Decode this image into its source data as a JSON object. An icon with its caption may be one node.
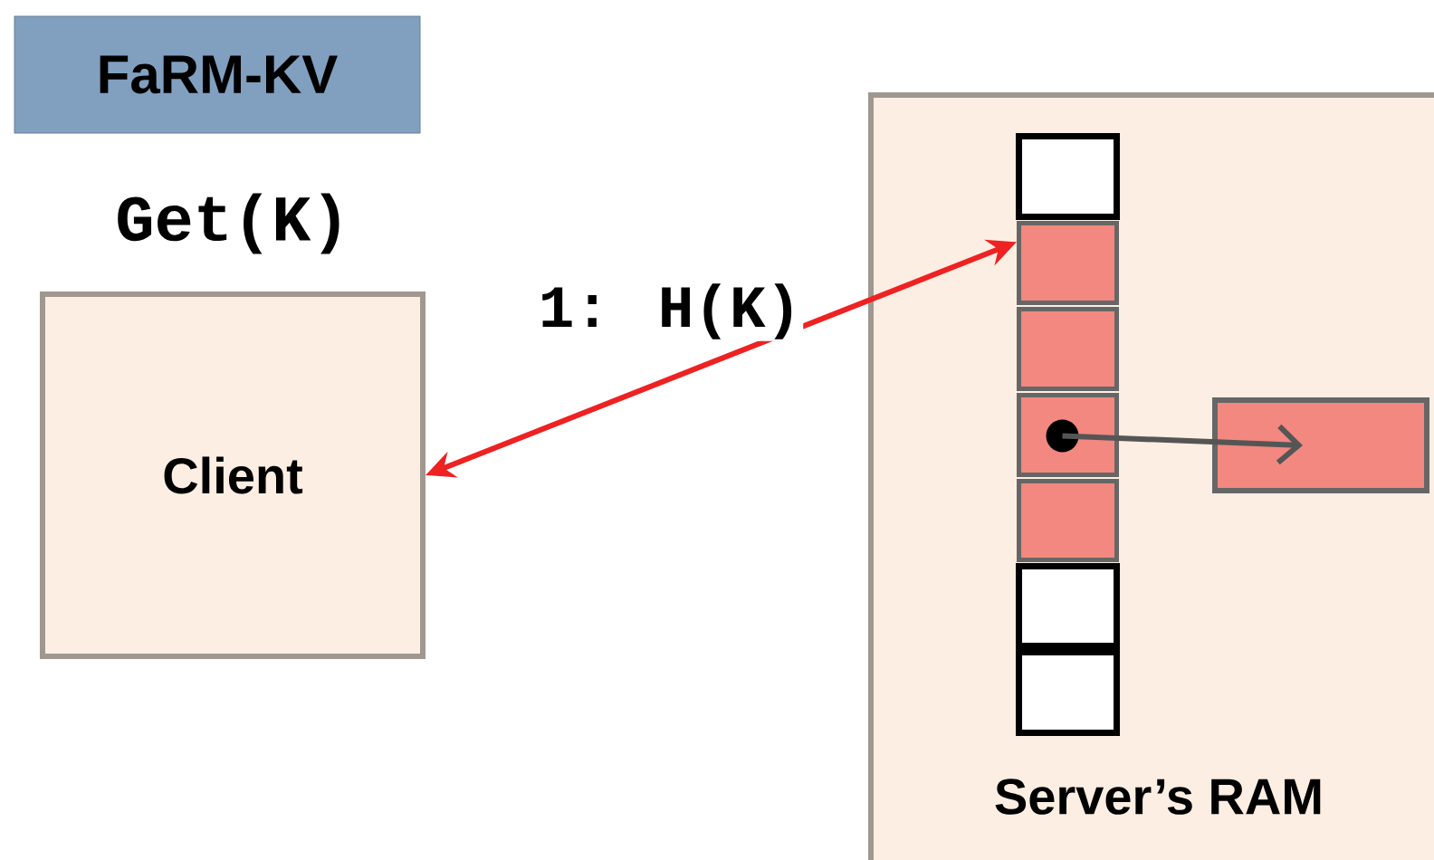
{
  "diagram": {
    "nodes": [
      {
        "text": [
          "FaRM-KV"
        ]
      },
      {
        "text": [
          "Get(K)",
          "Client"
        ]
      },
      {
        "text": [
          "Server’s RAM"
        ]
      },
      {
        "text": [],
        "shape": "box",
        "in": 2
      },
      {
        "text": [],
        "shape": "box",
        "in": 2
      },
      {
        "text": [],
        "shape": "box",
        "in": 2
      },
      {
        "text": [],
        "shape": "box",
        "in": 2
      },
      {
        "text": [],
        "shape": "box",
        "in": 2
      },
      {
        "text": [],
        "shape": "box",
        "in": 2
      },
      {
        "text": [],
        "shape": "box",
        "in": 2
      },
      {
        "text": [],
        "shape": "box",
        "in": 2
      }
    ],
    "edges": [
      {
        "from": 1,
        "to": 4,
        "arrow": "both",
        "label": "1: H(K)",
        "color": "#ee2222"
      },
      {
        "from": 6,
        "to": 10,
        "arrow": "to",
        "color": "#555555"
      }
    ]
  }
}
